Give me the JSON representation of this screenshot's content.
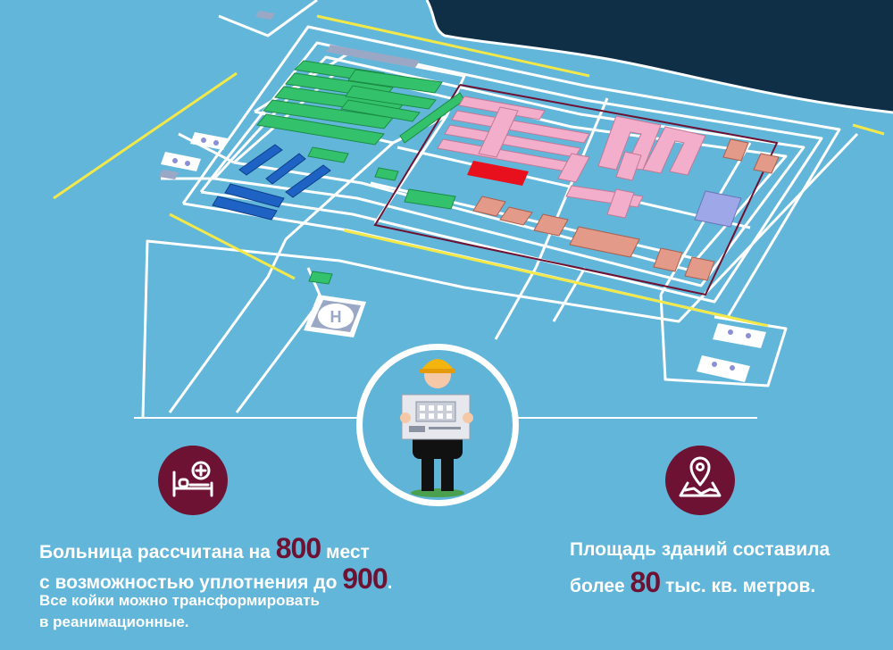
{
  "left_block": {
    "line1_pre": "Больница рассчитана на ",
    "line1_num": "800",
    "line1_post": " мест",
    "line2_pre": "с возможностью уплотнения до ",
    "line2_num": "900",
    "line2_post": ".",
    "line3": "Все койки можно трансформировать",
    "line4": "в реанимационные."
  },
  "right_block": {
    "line1": "Площадь зданий составила",
    "line2_pre": "более ",
    "line2_num": "80",
    "line2_post": " тыс. кв. метров."
  },
  "colors": {
    "background": "#62b6da",
    "accent": "#6d1232",
    "water": "#0f2f47",
    "road": "#ffffff",
    "fence": "#f3e84a"
  },
  "icons": {
    "left": "hospital-bed-icon",
    "right": "map-location-icon",
    "center": "engineer-with-plan"
  }
}
